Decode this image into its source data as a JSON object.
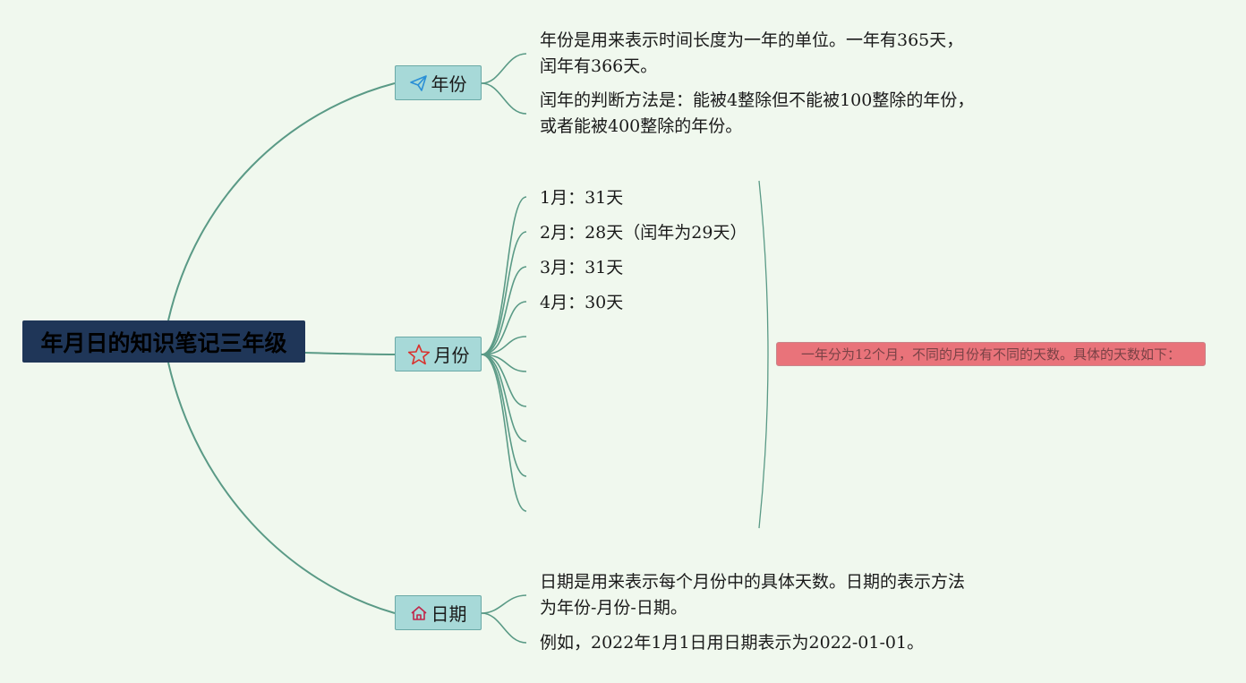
{
  "root": {
    "title": "年月日的知识笔记三年级"
  },
  "branches": [
    {
      "label": "年份",
      "icon": "paper-plane-icon",
      "leaves": [
        [
          "年份是用来表示时间长度为一年的单位。一年有365天，",
          "闰年有366天。"
        ],
        [
          "闰年的判断方法是：能被4整除但不能被100整除的年份，",
          "或者能被400整除的年份。"
        ]
      ]
    },
    {
      "label": "月份",
      "icon": "star-icon",
      "leaves": [
        "1月：31天",
        "2月：28天（闰年为29天）",
        "3月：31天",
        "4月：30天"
      ],
      "summary": "一年分为12个月，不同的月份有不同的天数。具体的天数如下："
    },
    {
      "label": "日期",
      "icon": "home-icon",
      "leaves": [
        [
          "日期是用来表示每个月份中的具体天数。日期的表示方法",
          "为年份-月份-日期。"
        ],
        [
          "例如，2022年1月1日用日期表示为2022-01-01。"
        ]
      ]
    }
  ],
  "colors": {
    "background": "#f0f8ee",
    "root_fill": "#1f3658",
    "branch_fill": "#a7d9d8",
    "connector": "#5a9a86",
    "summary_fill": "#e9737a"
  }
}
